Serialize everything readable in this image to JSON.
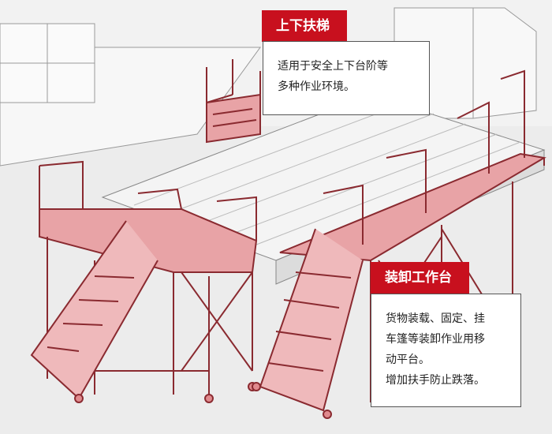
{
  "callouts": [
    {
      "title": "上下扶梯",
      "lines": [
        "适用于安全上下台阶等",
        "多种作业环境。"
      ]
    },
    {
      "title": "装卸工作台",
      "lines": [
        "货物装载、固定、挂",
        "车篷等装卸作业用移",
        "动平台。",
        "增加扶手防止跌落。"
      ]
    }
  ],
  "colors": {
    "accent": "#c8101e",
    "platform": "#e08a8e",
    "platform_stroke": "#8a2a30",
    "floor": "#ececec"
  }
}
